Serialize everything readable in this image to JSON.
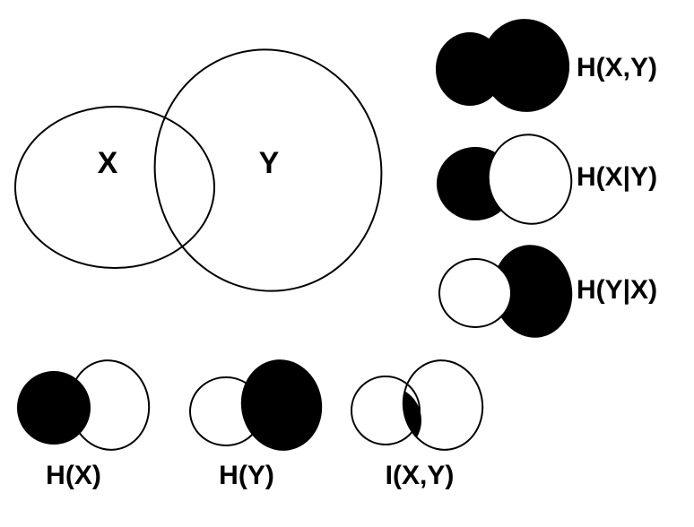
{
  "main_diagram": {
    "set_x_label": "X",
    "set_y_label": "Y"
  },
  "right_column": [
    {
      "label": "H(X,Y)",
      "shaded_region": "union"
    },
    {
      "label": "H(X|Y)",
      "shaded_region": "x-only"
    },
    {
      "label": "H(Y|X)",
      "shaded_region": "y-only"
    }
  ],
  "bottom_row": [
    {
      "label": "H(X)",
      "shaded_region": "x-circle"
    },
    {
      "label": "H(Y)",
      "shaded_region": "y-circle"
    },
    {
      "label": "I(X,Y)",
      "shaded_region": "intersection"
    }
  ],
  "colors": {
    "fill": "#000000",
    "stroke": "#000000",
    "background": "#ffffff"
  }
}
